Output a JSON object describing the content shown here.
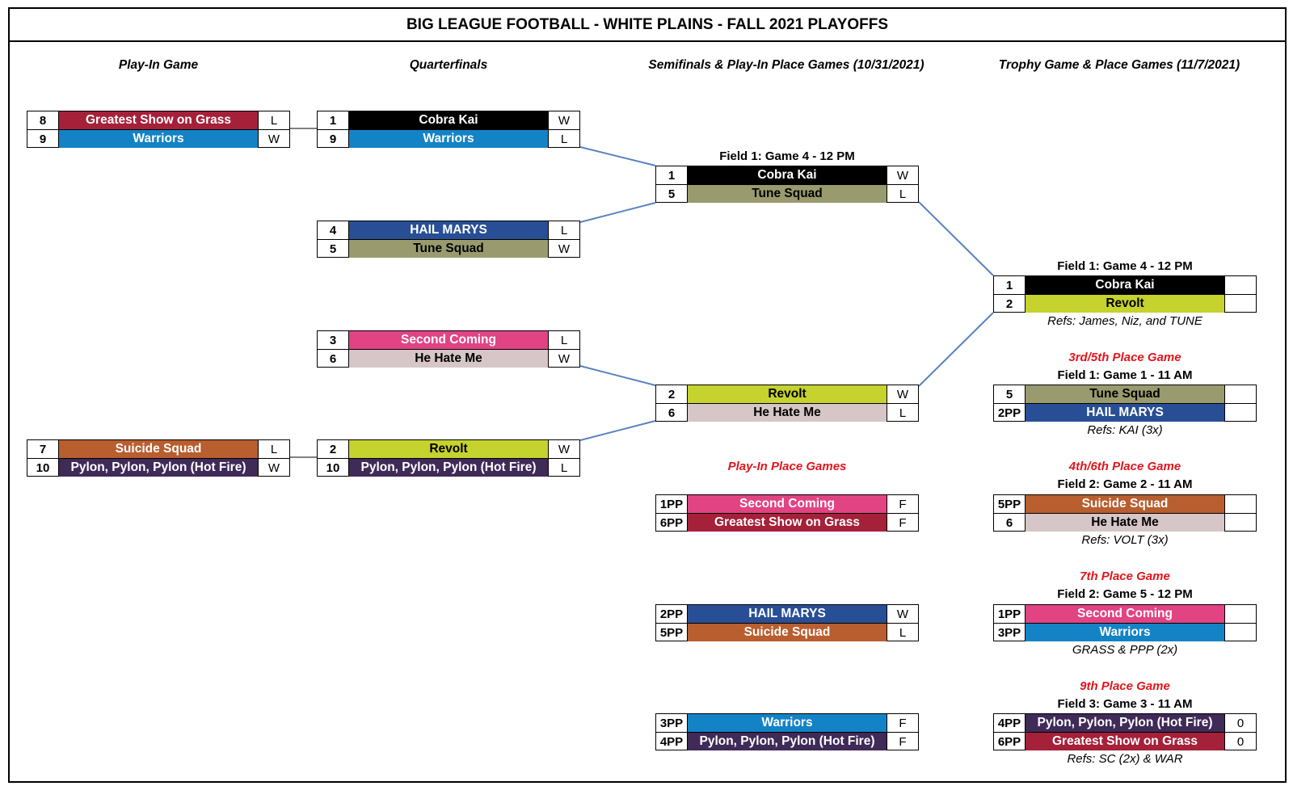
{
  "title": "BIG LEAGUE FOOTBALL - WHITE PLAINS - FALL 2021 PLAYOFFS",
  "columns": {
    "c1": "Play-In Game",
    "c2": "Quarterfinals",
    "c3": "Semifinals & Play-In Place Games (10/31/2021)",
    "c4": "Trophy Game & Place Games (11/7/2021)"
  },
  "team_colors": {
    "Greatest Show on Grass": "#a52039",
    "Warriors": "#1383c6",
    "Cobra Kai": "#000000",
    "HAIL MARYS": "#284f96",
    "Tune Squad": "#999b6e",
    "Second Coming": "#e14383",
    "He Hate Me": "#d6c6c7",
    "Suicide Squad": "#b85e2f",
    "Pylon, Pylon, Pylon (Hot Fire)": "#3f2a58",
    "Revolt": "#c6d22d"
  },
  "matches": {
    "pi1": [
      {
        "seed": "8",
        "team": "Greatest Show on Grass",
        "result": "L"
      },
      {
        "seed": "9",
        "team": "Warriors",
        "result": "W"
      }
    ],
    "pi2": [
      {
        "seed": "7",
        "team": "Suicide Squad",
        "result": "L"
      },
      {
        "seed": "10",
        "team": "Pylon, Pylon, Pylon (Hot Fire)",
        "result": "W"
      }
    ],
    "qf1": [
      {
        "seed": "1",
        "team": "Cobra Kai",
        "result": "W"
      },
      {
        "seed": "9",
        "team": "Warriors",
        "result": "L"
      }
    ],
    "qf2": [
      {
        "seed": "4",
        "team": "HAIL MARYS",
        "result": "L"
      },
      {
        "seed": "5",
        "team": "Tune Squad",
        "result": "W"
      }
    ],
    "qf3": [
      {
        "seed": "3",
        "team": "Second Coming",
        "result": "L"
      },
      {
        "seed": "6",
        "team": "He Hate Me",
        "result": "W"
      }
    ],
    "qf4": [
      {
        "seed": "2",
        "team": "Revolt",
        "result": "W"
      },
      {
        "seed": "10",
        "team": "Pylon, Pylon, Pylon (Hot Fire)",
        "result": "L"
      }
    ],
    "sf1": [
      {
        "seed": "1",
        "team": "Cobra Kai",
        "result": "W"
      },
      {
        "seed": "5",
        "team": "Tune Squad",
        "result": "L"
      }
    ],
    "sf2": [
      {
        "seed": "2",
        "team": "Revolt",
        "result": "W"
      },
      {
        "seed": "6",
        "team": "He Hate Me",
        "result": "L"
      }
    ],
    "pp1": [
      {
        "seed": "1PP",
        "team": "Second Coming",
        "result": "F"
      },
      {
        "seed": "6PP",
        "team": "Greatest Show on Grass",
        "result": "F"
      }
    ],
    "pp2": [
      {
        "seed": "2PP",
        "team": "HAIL MARYS",
        "result": "W"
      },
      {
        "seed": "5PP",
        "team": "Suicide Squad",
        "result": "L"
      }
    ],
    "pp3": [
      {
        "seed": "3PP",
        "team": "Warriors",
        "result": "F"
      },
      {
        "seed": "4PP",
        "team": "Pylon, Pylon, Pylon (Hot Fire)",
        "result": "F"
      }
    ],
    "fin": [
      {
        "seed": "1",
        "team": "Cobra Kai",
        "result": ""
      },
      {
        "seed": "2",
        "team": "Revolt",
        "result": ""
      }
    ],
    "p35": [
      {
        "seed": "5",
        "team": "Tune Squad",
        "result": ""
      },
      {
        "seed": "2PP",
        "team": "HAIL MARYS",
        "result": ""
      }
    ],
    "p46": [
      {
        "seed": "5PP",
        "team": "Suicide Squad",
        "result": ""
      },
      {
        "seed": "6",
        "team": "He Hate Me",
        "result": ""
      }
    ],
    "p7": [
      {
        "seed": "1PP",
        "team": "Second Coming",
        "result": ""
      },
      {
        "seed": "3PP",
        "team": "Warriors",
        "result": ""
      }
    ],
    "p9": [
      {
        "seed": "4PP",
        "team": "Pylon, Pylon, Pylon (Hot Fire)",
        "result": "0"
      },
      {
        "seed": "6PP",
        "team": "Greatest Show on Grass",
        "result": "0"
      }
    ]
  },
  "captions": {
    "sf1_field": "Field 1: Game 4 - 12 PM",
    "playin_place": "Play-In Place Games",
    "fin_field": "Field 1: Game 4 - 12 PM",
    "fin_refs": "Refs: James, Niz, and TUNE",
    "p35_title": "3rd/5th Place Game",
    "p35_field": "Field 1: Game 1 - 11 AM",
    "p35_refs": "Refs: KAI (3x)",
    "p46_title": "4th/6th Place Game",
    "p46_field": "Field 2: Game 2 - 11 AM",
    "p46_refs": "Refs: VOLT (3x)",
    "p7_title": "7th Place Game",
    "p7_field": "Field 2: Game 5 - 12 PM",
    "p7_refs": "GRASS & PPP (2x)",
    "p9_title": "9th Place Game",
    "p9_field": "Field 3: Game 3 - 11 AM",
    "p9_refs": "Refs: SC (2x) & WAR"
  }
}
